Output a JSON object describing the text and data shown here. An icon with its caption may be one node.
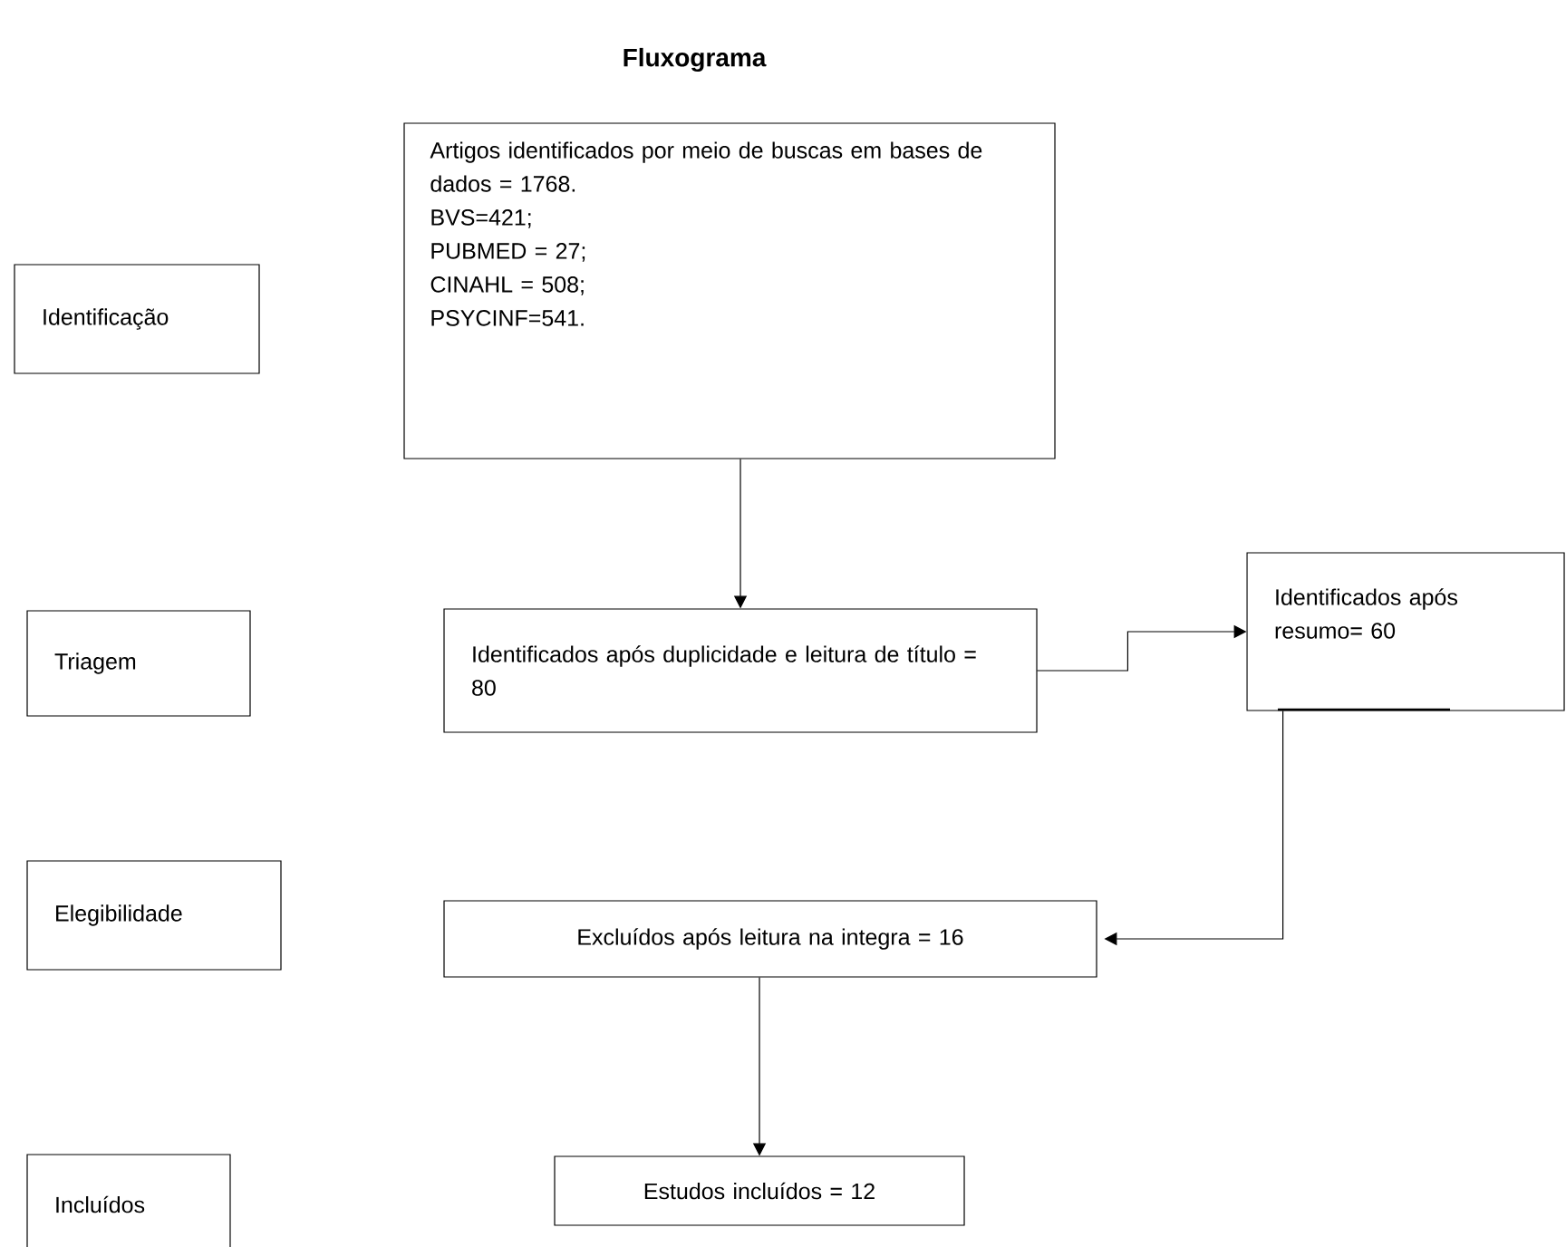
{
  "diagram": {
    "title": "Fluxograma",
    "nodes": [
      {
        "text": [
          "Identificação"
        ]
      },
      {
        "text": [
          "Artigos identificados por meio de buscas em bases de dados = 1768.",
          "BVS=421;",
          "PUBMED = 27;",
          "CINAHL = 508;",
          "PSYCINF=541."
        ]
      },
      {
        "text": [
          "Triagem"
        ]
      },
      {
        "text": [
          "Identificados após duplicidade e leitura de título = 80"
        ]
      },
      {
        "text": [
          "Identificados após resumo= 60"
        ]
      },
      {
        "text": [
          "Elegibilidade"
        ]
      },
      {
        "text": [
          "Excluídos após leitura na integra = 16"
        ]
      },
      {
        "text": [
          "Incluídos"
        ]
      },
      {
        "text": [
          "Estudos incluídos = 12"
        ]
      }
    ],
    "edges": [
      {
        "from": 1,
        "to": 3,
        "arrow": "to"
      },
      {
        "from": 3,
        "to": 4,
        "arrow": "to"
      },
      {
        "from": 4,
        "to": 6,
        "arrow": "to"
      },
      {
        "from": 6,
        "to": 8,
        "arrow": "to"
      }
    ]
  }
}
